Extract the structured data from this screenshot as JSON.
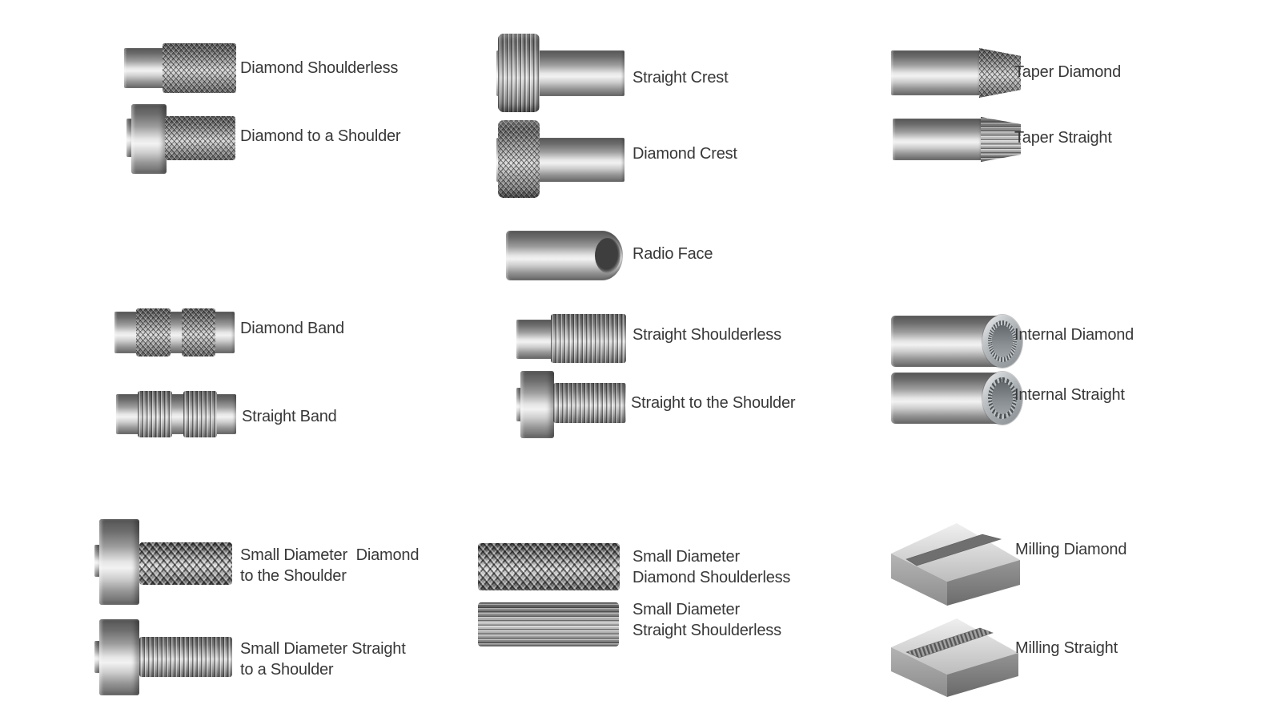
{
  "page": {
    "background_color": "#ffffff",
    "text_color": "#383838",
    "metal_light": "#f2f2f2",
    "metal_mid": "#9c9c9c",
    "metal_dark": "#565656",
    "description_topic": "Knurling pattern types"
  },
  "items": {
    "diamond_shoulderless": {
      "label": "Diamond Shoulderless"
    },
    "diamond_to_shoulder": {
      "label": "Diamond to a Shoulder"
    },
    "diamond_band": {
      "label": "Diamond Band"
    },
    "straight_band": {
      "label": "Straight Band"
    },
    "sd_diamond_to_shoulder": {
      "label": "Small Diameter  Diamond\nto the Shoulder"
    },
    "sd_straight_to_shoulder": {
      "label": "Small Diameter Straight\nto a Shoulder"
    },
    "straight_crest": {
      "label": "Straight Crest"
    },
    "diamond_crest": {
      "label": "Diamond Crest"
    },
    "radio_face": {
      "label": "Radio Face"
    },
    "straight_shoulderless": {
      "label": "Straight Shoulderless"
    },
    "straight_to_shoulder": {
      "label": "Straight to the Shoulder"
    },
    "sd_diamond_shoulderless": {
      "label": "Small Diameter\nDiamond Shoulderless"
    },
    "sd_straight_shoulderless": {
      "label": "Small Diameter\nStraight Shoulderless"
    },
    "taper_diamond": {
      "label": "Taper Diamond"
    },
    "taper_straight": {
      "label": "Taper Straight"
    },
    "internal_diamond": {
      "label": "Internal Diamond"
    },
    "internal_straight": {
      "label": "Internal Straight"
    },
    "milling_diamond": {
      "label": "Milling Diamond"
    },
    "milling_straight": {
      "label": "Milling Straight"
    }
  }
}
